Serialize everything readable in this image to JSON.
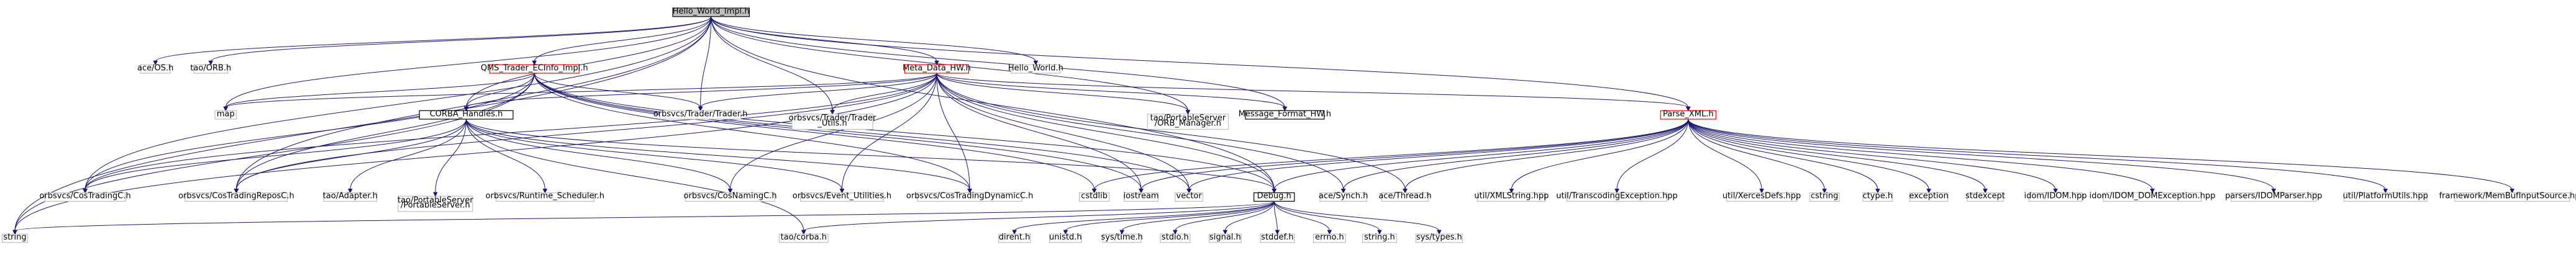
{
  "colors": {
    "edge": "#191970",
    "root_fill": "#bfbfbf",
    "root_border": "#000000",
    "node_border_plain": "#bfbfbf",
    "node_border_red": "#ff0000",
    "node_border_black": "#000000",
    "node_fill": "#ffffff"
  },
  "nodes": [
    {
      "id": "root",
      "label": "Hello_World_Impl.h",
      "style": "root"
    },
    {
      "id": "ace_os",
      "label": "ace/OS.h",
      "style": "plain"
    },
    {
      "id": "tao_orb",
      "label": "tao/ORB.h",
      "style": "plain"
    },
    {
      "id": "qms",
      "label": "QMS_Trader_ECInfo_Impl.h",
      "style": "red"
    },
    {
      "id": "meta",
      "label": "Meta_Data_HW.h",
      "style": "red"
    },
    {
      "id": "hw",
      "label": "Hello_World.h",
      "style": "plain"
    },
    {
      "id": "map",
      "label": "map",
      "style": "plain"
    },
    {
      "id": "corba",
      "label": "CORBA_Handles.h",
      "style": "black"
    },
    {
      "id": "trader",
      "label": "orbsvcs/Trader/Trader.h",
      "style": "plain"
    },
    {
      "id": "trader_util",
      "label": "orbsvcs/Trader/Trader\n_Utils.h",
      "style": "plain"
    },
    {
      "id": "orb_mgr",
      "label": "tao/PortableServer\n/ORB_Manager.h",
      "style": "plain"
    },
    {
      "id": "msgfmt",
      "label": "Message_Format_HW.h",
      "style": "black"
    },
    {
      "id": "parse",
      "label": "Parse_XML.h",
      "style": "red"
    },
    {
      "id": "costrading",
      "label": "orbsvcs/CosTradingC.h",
      "style": "plain"
    },
    {
      "id": "costradingrepos",
      "label": "orbsvcs/CosTradingReposC.h",
      "style": "plain"
    },
    {
      "id": "adapter",
      "label": "tao/Adapter.h",
      "style": "plain"
    },
    {
      "id": "portableserver",
      "label": "tao/PortableServer\n/PortableServer.h",
      "style": "plain"
    },
    {
      "id": "runtime",
      "label": "orbsvcs/Runtime_Scheduler.h",
      "style": "plain"
    },
    {
      "id": "cosnaming",
      "label": "orbsvcs/CosNamingC.h",
      "style": "plain"
    },
    {
      "id": "eventutil",
      "label": "orbsvcs/Event_Utilities.h",
      "style": "plain"
    },
    {
      "id": "costradingdyn",
      "label": "orbsvcs/CosTradingDynamicC.h",
      "style": "plain"
    },
    {
      "id": "cstdlib",
      "label": "cstdlib",
      "style": "plain"
    },
    {
      "id": "iostream",
      "label": "iostream",
      "style": "plain"
    },
    {
      "id": "vector",
      "label": "vector",
      "style": "plain"
    },
    {
      "id": "debug",
      "label": "Debug.h",
      "style": "black"
    },
    {
      "id": "synch",
      "label": "ace/Synch.h",
      "style": "plain"
    },
    {
      "id": "thread",
      "label": "ace/Thread.h",
      "style": "plain"
    },
    {
      "id": "xmlstring",
      "label": "util/XMLString.hpp",
      "style": "plain"
    },
    {
      "id": "transcoding",
      "label": "util/TranscodingException.hpp",
      "style": "plain"
    },
    {
      "id": "xercesdefs",
      "label": "util/XercesDefs.hpp",
      "style": "plain"
    },
    {
      "id": "cstring",
      "label": "cstring",
      "style": "plain"
    },
    {
      "id": "ctype",
      "label": "ctype.h",
      "style": "plain"
    },
    {
      "id": "exception",
      "label": "exception",
      "style": "plain"
    },
    {
      "id": "stdexcept",
      "label": "stdexcept",
      "style": "plain"
    },
    {
      "id": "idom",
      "label": "idom/IDOM.hpp",
      "style": "plain"
    },
    {
      "id": "idomexc",
      "label": "idom/IDOM_DOMException.hpp",
      "style": "plain"
    },
    {
      "id": "idomparser",
      "label": "parsers/IDOMParser.hpp",
      "style": "plain"
    },
    {
      "id": "platform",
      "label": "util/PlatformUtils.hpp",
      "style": "plain"
    },
    {
      "id": "membuf",
      "label": "framework/MemBufInputSource.hpp",
      "style": "plain"
    },
    {
      "id": "string",
      "label": "string",
      "style": "plain"
    },
    {
      "id": "corba_h",
      "label": "tao/corba.h",
      "style": "plain"
    },
    {
      "id": "dirent",
      "label": "dirent.h",
      "style": "plain"
    },
    {
      "id": "unistd",
      "label": "unistd.h",
      "style": "plain"
    },
    {
      "id": "systime",
      "label": "sys/time.h",
      "style": "plain"
    },
    {
      "id": "stdio",
      "label": "stdio.h",
      "style": "plain"
    },
    {
      "id": "signal",
      "label": "signal.h",
      "style": "plain"
    },
    {
      "id": "stddef",
      "label": "stddef.h",
      "style": "plain"
    },
    {
      "id": "errno",
      "label": "errno.h",
      "style": "plain"
    },
    {
      "id": "string_h",
      "label": "string.h",
      "style": "plain"
    },
    {
      "id": "systypes",
      "label": "sys/types.h",
      "style": "plain"
    }
  ],
  "edges": [
    [
      "root",
      "ace_os"
    ],
    [
      "root",
      "tao_orb"
    ],
    [
      "root",
      "qms"
    ],
    [
      "root",
      "meta"
    ],
    [
      "root",
      "hw"
    ],
    [
      "root",
      "map"
    ],
    [
      "root",
      "corba"
    ],
    [
      "root",
      "trader"
    ],
    [
      "root",
      "trader_util"
    ],
    [
      "root",
      "orb_mgr"
    ],
    [
      "root",
      "msgfmt"
    ],
    [
      "root",
      "parse"
    ],
    [
      "root",
      "costrading"
    ],
    [
      "root",
      "costradingrepos"
    ],
    [
      "root",
      "debug"
    ],
    [
      "root",
      "string"
    ],
    [
      "qms",
      "map"
    ],
    [
      "qms",
      "corba"
    ],
    [
      "qms",
      "trader"
    ],
    [
      "qms",
      "costrading"
    ],
    [
      "qms",
      "costradingrepos"
    ],
    [
      "qms",
      "costradingdyn"
    ],
    [
      "qms",
      "cstdlib"
    ],
    [
      "qms",
      "iostream"
    ],
    [
      "qms",
      "vector"
    ],
    [
      "qms",
      "debug"
    ],
    [
      "qms",
      "string"
    ],
    [
      "meta",
      "map"
    ],
    [
      "meta",
      "corba"
    ],
    [
      "meta",
      "trader"
    ],
    [
      "meta",
      "trader_util"
    ],
    [
      "meta",
      "orb_mgr"
    ],
    [
      "meta",
      "msgfmt"
    ],
    [
      "meta",
      "parse"
    ],
    [
      "meta",
      "costrading"
    ],
    [
      "meta",
      "costradingrepos"
    ],
    [
      "meta",
      "cosnaming"
    ],
    [
      "meta",
      "eventutil"
    ],
    [
      "meta",
      "costradingdyn"
    ],
    [
      "meta",
      "iostream"
    ],
    [
      "meta",
      "vector"
    ],
    [
      "meta",
      "debug"
    ],
    [
      "meta",
      "synch"
    ],
    [
      "meta",
      "thread"
    ],
    [
      "meta",
      "string"
    ],
    [
      "corba",
      "costrading"
    ],
    [
      "corba",
      "costradingrepos"
    ],
    [
      "corba",
      "adapter"
    ],
    [
      "corba",
      "portableserver"
    ],
    [
      "corba",
      "runtime"
    ],
    [
      "corba",
      "cosnaming"
    ],
    [
      "corba",
      "eventutil"
    ],
    [
      "corba",
      "costradingdyn"
    ],
    [
      "corba",
      "corba_h"
    ],
    [
      "corba",
      "debug"
    ],
    [
      "parse",
      "debug"
    ],
    [
      "parse",
      "cstdlib"
    ],
    [
      "parse",
      "iostream"
    ],
    [
      "parse",
      "vector"
    ],
    [
      "parse",
      "synch"
    ],
    [
      "parse",
      "thread"
    ],
    [
      "parse",
      "xmlstring"
    ],
    [
      "parse",
      "transcoding"
    ],
    [
      "parse",
      "xercesdefs"
    ],
    [
      "parse",
      "cstring"
    ],
    [
      "parse",
      "ctype"
    ],
    [
      "parse",
      "exception"
    ],
    [
      "parse",
      "stdexcept"
    ],
    [
      "parse",
      "idom"
    ],
    [
      "parse",
      "idomexc"
    ],
    [
      "parse",
      "idomparser"
    ],
    [
      "parse",
      "platform"
    ],
    [
      "parse",
      "membuf"
    ],
    [
      "debug",
      "string"
    ],
    [
      "debug",
      "corba_h"
    ],
    [
      "debug",
      "dirent"
    ],
    [
      "debug",
      "unistd"
    ],
    [
      "debug",
      "systime"
    ],
    [
      "debug",
      "stdio"
    ],
    [
      "debug",
      "signal"
    ],
    [
      "debug",
      "stddef"
    ],
    [
      "debug",
      "errno"
    ],
    [
      "debug",
      "string_h"
    ],
    [
      "debug",
      "systypes"
    ]
  ]
}
